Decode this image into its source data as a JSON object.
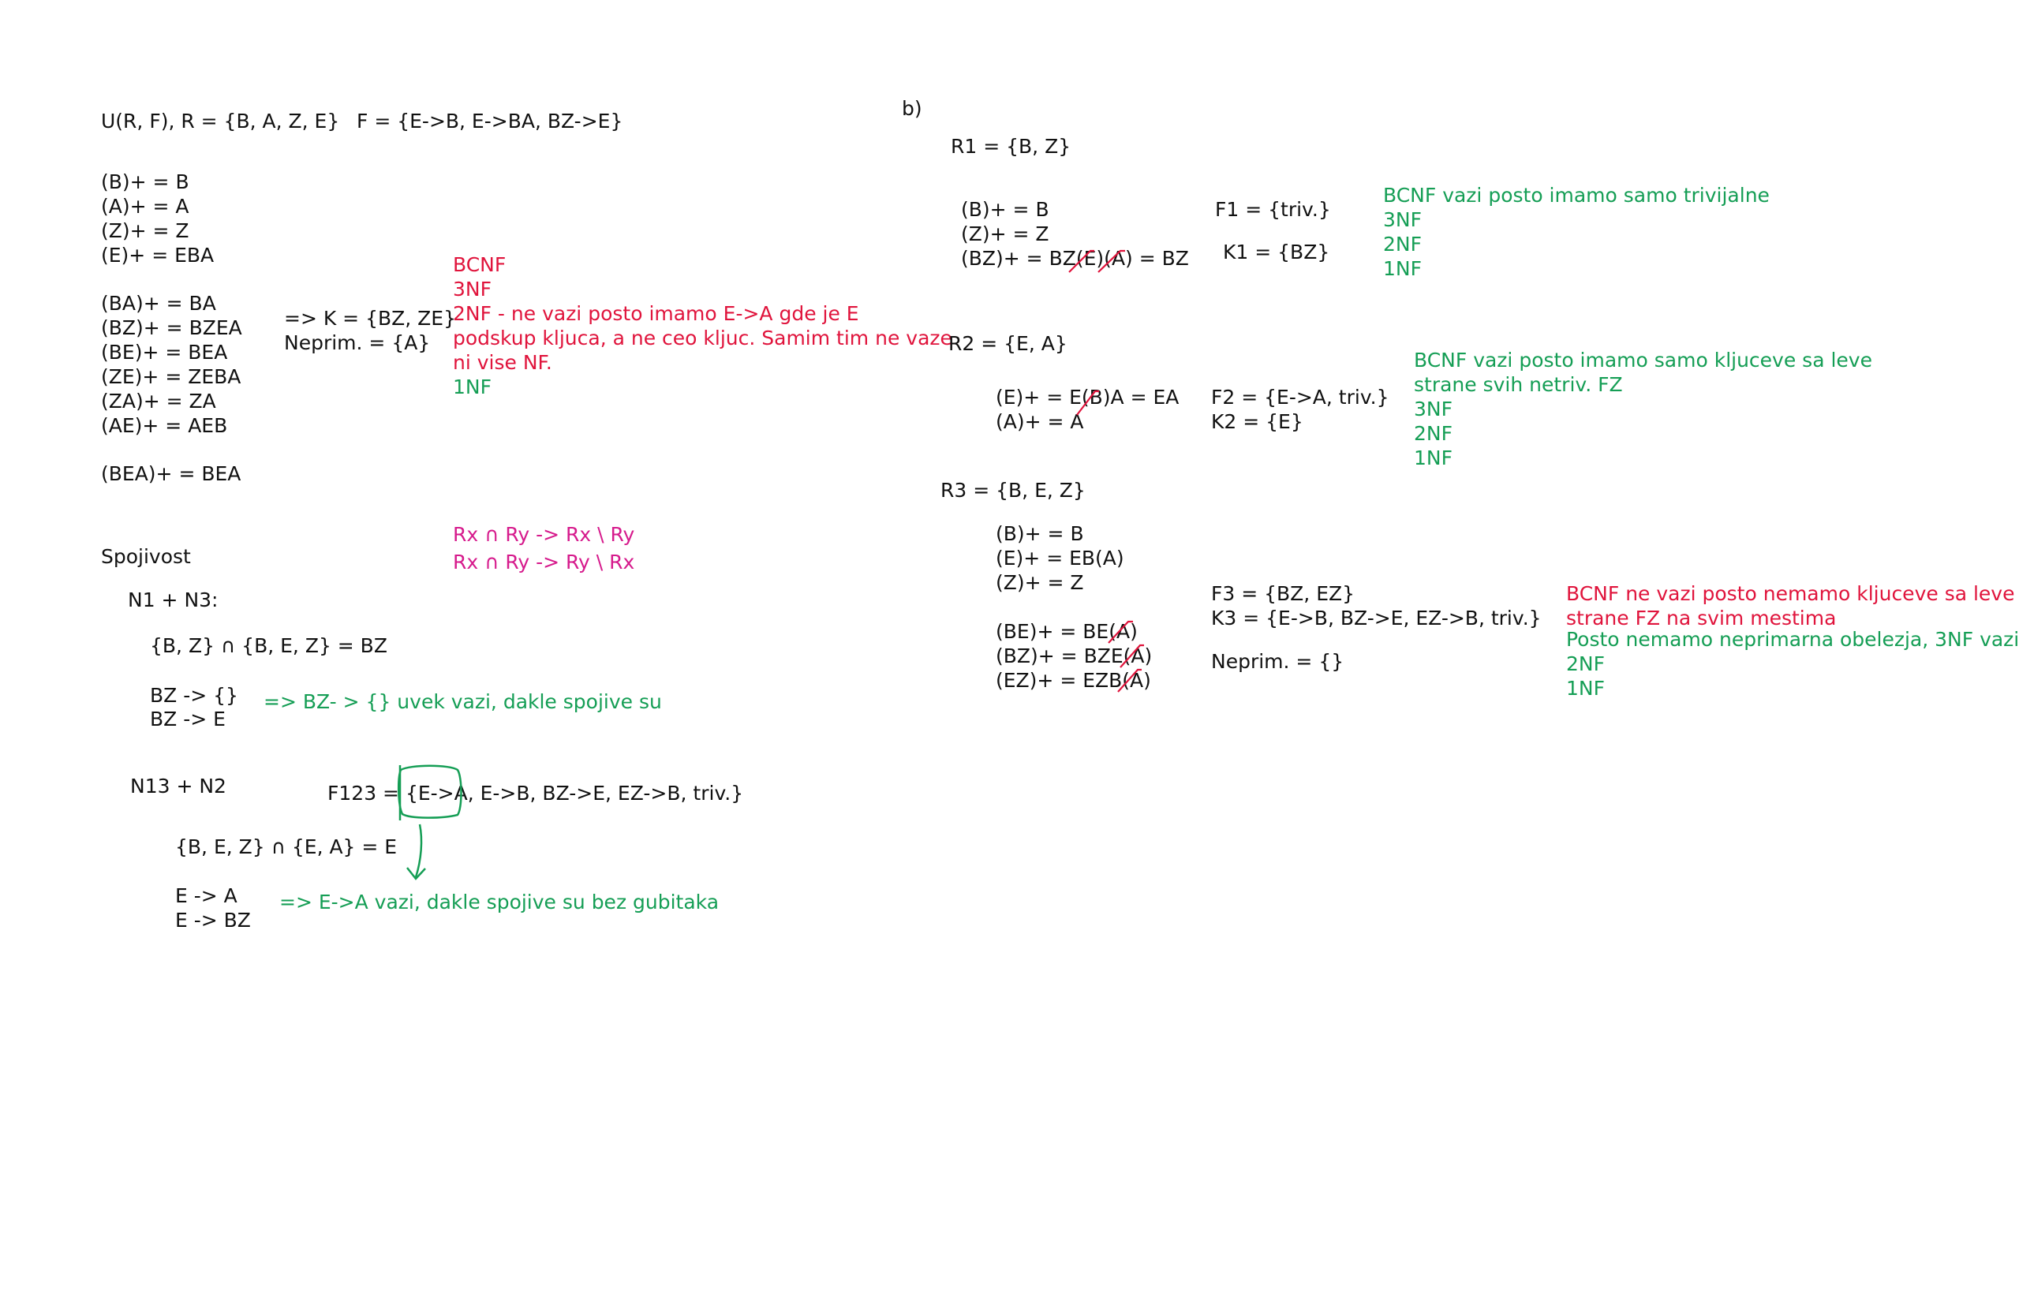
{
  "left": {
    "header_relation": "U(R, F), R = {B, A, Z, E}",
    "header_fds": "F = {E->B, E->BA, BZ->E}",
    "closures_single": [
      "(B)+ = B",
      "(A)+ = A",
      "(Z)+ = Z",
      "(E)+ = EBA"
    ],
    "closures_pairs": [
      "(BA)+ = BA",
      "(BZ)+ = BZEA",
      "(BE)+ = BEA",
      "(ZE)+ = ZEBA",
      "(ZA)+ = ZA",
      "(AE)+ = AEB"
    ],
    "closure_triple": "(BEA)+ = BEA",
    "keys_line": "=> K = {BZ, ZE}",
    "nonprime_line": "Neprim. = {A}",
    "nf_bcnf": "BCNF",
    "nf_3nf": "3NF",
    "nf_2nf_lines": [
      "2NF - ne vazi posto imamo E->A gde je E",
      "podskup kljuca, a ne ceo kljuc. Samim tim ne vaze",
      "ni vise NF."
    ],
    "nf_1nf": "1NF",
    "rule_1": "Rx ∩ Ry -> Rx \\ Ry",
    "rule_2": "Rx ∩ Ry -> Ry \\ Rx",
    "spojivost_title": "Spojivost",
    "n1n3_title": "N1 + N3:",
    "n1n3_intersection": "{B, Z} ∩ {B, E, Z} = BZ",
    "n1n3_fd1": "BZ -> {}",
    "n1n3_fd2": "BZ -> E",
    "n1n3_result": "=> BZ- > {} uvek vazi, dakle spojive su",
    "n13n2_title": "N13 + N2",
    "f123_prefix": "F123 = ",
    "f123_boxed": "{E->A,",
    "f123_rest": " E->B, BZ->E, EZ->B, triv.}",
    "n13n2_intersection": "{B, E, Z} ∩ {E, A} = E",
    "n13n2_fd1": "E -> A",
    "n13n2_fd2": "E -> BZ",
    "n13n2_result": "=> E->A vazi, dakle spojive su bez gubitaka"
  },
  "right": {
    "part_label": "b)",
    "r1_title": "R1 = {B, Z}",
    "r1_c1": "(B)+ = B",
    "r1_c2": "(Z)+ = Z",
    "r1_c3_a": "(BZ)+ = BZ",
    "r1_c3_b": "(",
    "r1_c3_c": "E",
    "r1_c3_d": ")(",
    "r1_c3_e": "A",
    "r1_c3_f": ") = BZ",
    "f1": "F1 = {triv.}",
    "k1": "K1 = {BZ}",
    "r1_bcnf": "BCNF vazi posto imamo samo trivijalne",
    "r1_3nf": "3NF",
    "r1_2nf": "2NF",
    "r1_1nf": "1NF",
    "r2_title": "R2 = {E, A}",
    "r2_c1_a": "(E)+ = E(",
    "r2_c1_b": "B",
    "r2_c1_c": ")A = EA",
    "r2_c2": "(A)+ = A",
    "f2": "F2 = {E->A, triv.}",
    "k2": "K2 = {E}",
    "r2_bcnf_1": "BCNF vazi posto imamo samo kljuceve sa leve",
    "r2_bcnf_2": "strane svih netriv. FZ",
    "r2_3nf": "3NF",
    "r2_2nf": "2NF",
    "r2_1nf": "1NF",
    "r3_title": "R3 = {B, E, Z}",
    "r3_c1": "(B)+ = B",
    "r3_c2": "(E)+ = EB(A)",
    "r3_c3": "(Z)+ = Z",
    "r3_c4_a": "(BE)+ = BE(",
    "r3_c4_b": "A",
    "r3_c4_c": ")",
    "r3_c5_a": "(BZ)+ = BZE(",
    "r3_c5_b": "A",
    "r3_c5_c": ")",
    "r3_c6_a": "(EZ)+ = EZB(",
    "r3_c6_b": "A",
    "r3_c6_c": ")",
    "f3": "F3 = {BZ, EZ}",
    "k3": "K3 = {E->B, BZ->E, EZ->B, triv.}",
    "r3_neprim": "Neprim. = {}",
    "r3_bcnf_1": "BCNF ne vazi posto nemamo kljuceve sa leve",
    "r3_bcnf_2": "strane FZ na svim mestima",
    "r3_3nf": "Posto nemamo neprimarna obelezja, 3NF vazi",
    "r3_2nf": "2NF",
    "r3_1nf": "1NF"
  }
}
